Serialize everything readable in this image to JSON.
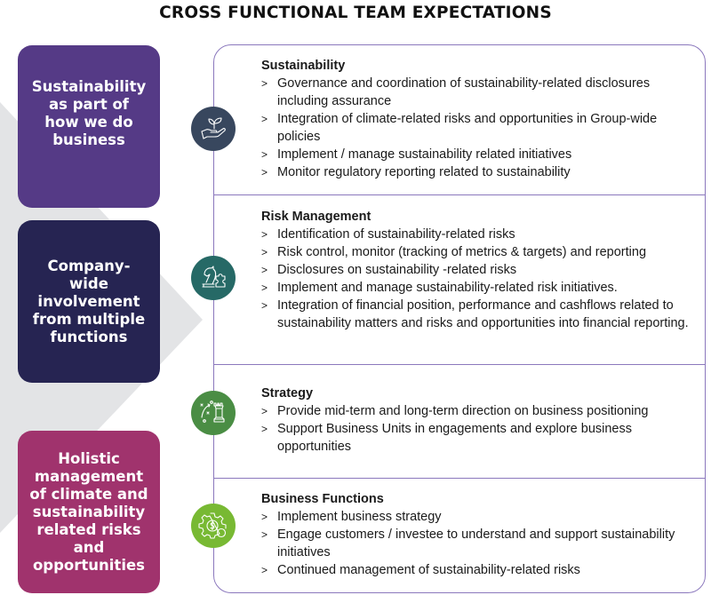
{
  "title": "CROSS FUNCTIONAL TEAM EXPECTATIONS",
  "colors": {
    "pillar_1": "#553a86",
    "pillar_2": "#262452",
    "pillar_3": "#a0336d",
    "panel_border": "#8b78bd",
    "background_arrow": "#e3e4e6",
    "icon_sustainability": "#38475e",
    "icon_risk": "#266966",
    "icon_strategy": "#4a8d44",
    "icon_business": "#78b933"
  },
  "pillars": [
    {
      "lines": [
        "Sustainability",
        "as part of",
        "how we do",
        "business"
      ]
    },
    {
      "lines": [
        "Company-",
        "wide",
        "involvement",
        "from multiple",
        "functions"
      ]
    },
    {
      "lines": [
        "Holistic",
        "management",
        "of climate and",
        "sustainability",
        "related risks",
        "and",
        "opportunities"
      ]
    }
  ],
  "bullet_glyph": ">",
  "sections": [
    {
      "heading": "Sustainability",
      "icon": "hand-plant-icon",
      "items": [
        "Governance and coordination of sustainability-related disclosures including assurance",
        " Integration of climate-related risks and opportunities in Group-wide policies",
        "Implement / manage sustainability related initiatives",
        "Monitor regulatory reporting related to sustainability"
      ]
    },
    {
      "heading": "Risk Management",
      "icon": "chess-knight-puzzle-icon",
      "items": [
        "Identification of sustainability-related risks",
        "Risk control, monitor (tracking of metrics & targets) and reporting",
        "Disclosures on sustainability -related risks",
        "Implement and manage sustainability-related risk initiatives.",
        "Integration of financial position, performance and cashflows related to sustainability matters and risks and opportunities into financial reporting."
      ]
    },
    {
      "heading": "Strategy",
      "icon": "strategy-rook-icon",
      "items": [
        "Provide mid-term and long-term direction on business positioning",
        "Support Business Units in engagements and explore business opportunities"
      ]
    },
    {
      "heading": "Business Functions",
      "icon": "gear-dollar-icon",
      "items": [
        "Implement business strategy",
        "Engage customers / investee to understand and support sustainability initiatives",
        "Continued management of sustainability-related risks"
      ]
    }
  ]
}
